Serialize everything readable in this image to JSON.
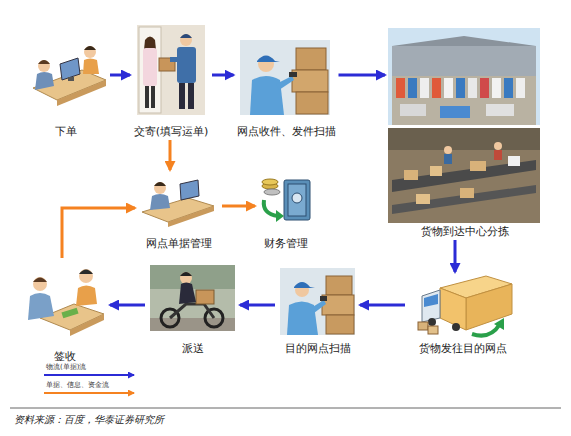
{
  "diagram": {
    "caption": "资料来源：百度，华泰证券研究所",
    "nodes": [
      {
        "text": [
          "下单"
        ]
      },
      {
        "text": [
          "交寄(填写运单)"
        ]
      },
      {
        "text": [
          "网点收件、发件扫描"
        ]
      },
      {
        "text": [
          "货物到达中心分拣"
        ]
      },
      {
        "text": [
          "网点单据管理"
        ]
      },
      {
        "text": [
          "财务管理"
        ]
      },
      {
        "text": [
          "签收"
        ]
      },
      {
        "text": [
          "派送"
        ]
      },
      {
        "text": [
          "目的网点扫描"
        ]
      },
      {
        "text": [
          "货物发往目的网点"
        ]
      }
    ],
    "edges": [
      {
        "from": 0,
        "to": 1,
        "arrow": "to"
      },
      {
        "from": 1,
        "to": 2,
        "arrow": "to"
      },
      {
        "from": 2,
        "to": 3,
        "arrow": "to"
      },
      {
        "from": 3,
        "to": 9,
        "arrow": "to"
      },
      {
        "from": 9,
        "to": 8,
        "arrow": "to"
      },
      {
        "from": 8,
        "to": 7,
        "arrow": "to"
      },
      {
        "from": 7,
        "to": 6,
        "arrow": "to"
      },
      {
        "from": 1,
        "to": 4,
        "arrow": "to"
      },
      {
        "from": 4,
        "to": 5,
        "arrow": "to"
      },
      {
        "from": 6,
        "to": 4,
        "arrow": "to"
      }
    ],
    "legend": [
      {
        "text": "物流(单据)流"
      },
      {
        "text": "单据、信息、资金流"
      }
    ]
  }
}
